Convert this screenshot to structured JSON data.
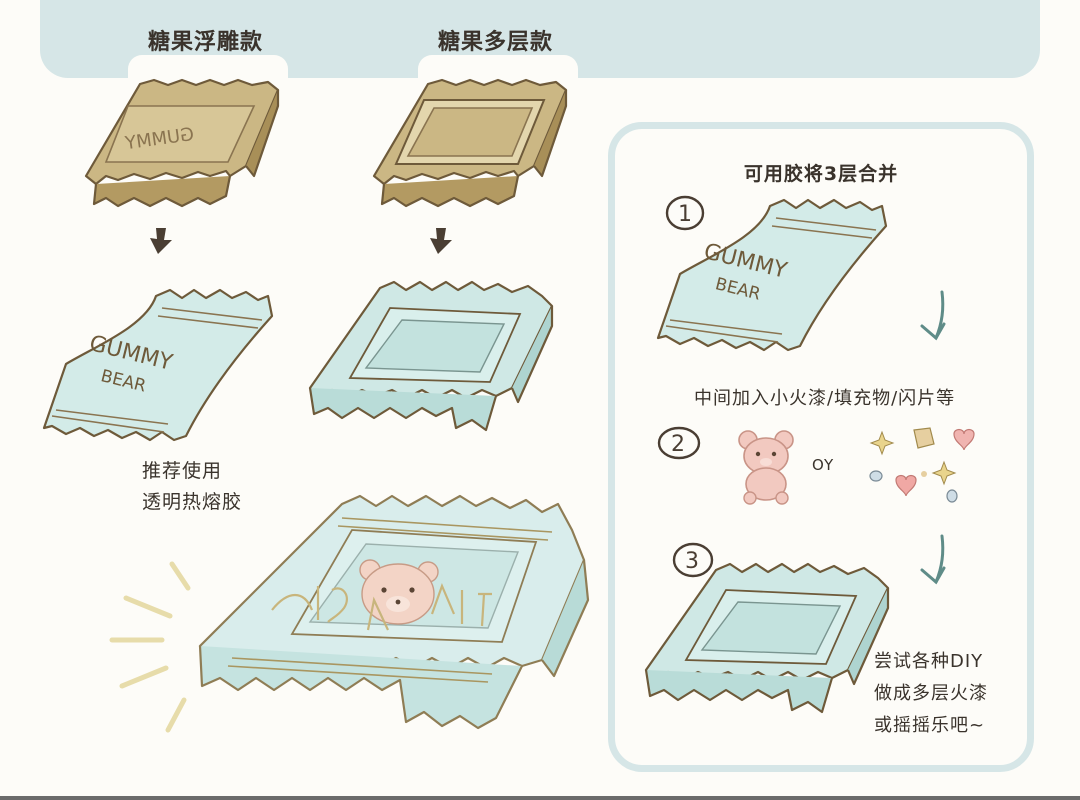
{
  "columns": {
    "relief_title": "糖果浮雕款",
    "layer_title": "糖果多层款"
  },
  "recommend": {
    "line1": "推荐使用",
    "line2": "透明热熔胶"
  },
  "panel": {
    "title": "可用胶将3层合并",
    "step1_num": "1",
    "step2_num": "2",
    "step3_num": "3",
    "step2_note": "中间加入小火漆/填充物/闪片等",
    "or_text": "OY",
    "tip_line1": "尝试各种DIY",
    "tip_line2": "做成多层火漆",
    "tip_line3": "或摇摇乐吧~"
  },
  "wrapper_text": {
    "word1": "GUMMY",
    "word2": "BEAR",
    "mold_text": "GUMMY"
  },
  "colors": {
    "accent_band": "#d6e6e7",
    "gold_mold": "#cbb784",
    "clear_mint": "#c9e5e2",
    "outline": "#6e5a3a"
  }
}
